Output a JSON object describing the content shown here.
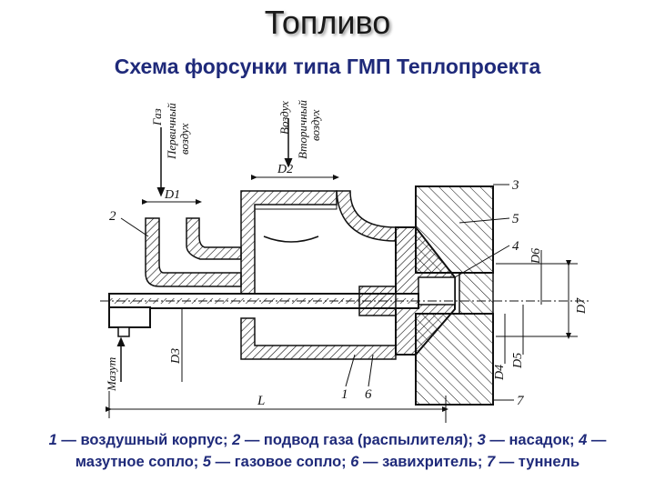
{
  "slide": {
    "title": "Топливо",
    "subtitle": "Схема форсунки типа ГМП Теплопроекта"
  },
  "diagram": {
    "labels": {
      "gas": "Газ",
      "primary_air_1": "Первичный",
      "primary_air_2": "воздух",
      "air": "Воздух",
      "secondary_air_1": "Вторичный",
      "secondary_air_2": "воздух",
      "mazut": "Мазут",
      "d1": "D1",
      "d2": "D2",
      "d3": "D3",
      "d4": "D4",
      "d5": "D5",
      "d6": "D6",
      "d7": "D7",
      "length": "L",
      "n1": "1",
      "n2": "2",
      "n3": "3",
      "n4": "4",
      "n5": "5",
      "n6": "6",
      "n7": "7"
    }
  },
  "caption": {
    "n1": "1",
    "t1": " — воздушный корпус; ",
    "n2": "2",
    "t2": " — подвод газа (распылителя); ",
    "n3": "3",
    "t3": " — насадок; ",
    "n4": "4",
    "t4": " —",
    "n4b": "",
    "t5": "мазутное сопло; ",
    "n5": "5",
    "t6": " — газовое сопло; ",
    "n6": "6",
    "t7": " — завихритель; ",
    "n7": "7",
    "t8": " — туннель"
  },
  "colors": {
    "title": "#1a1a1a",
    "subtitle": "#1f2a7a",
    "caption": "#1f2a7a",
    "drawing": "#111111"
  }
}
